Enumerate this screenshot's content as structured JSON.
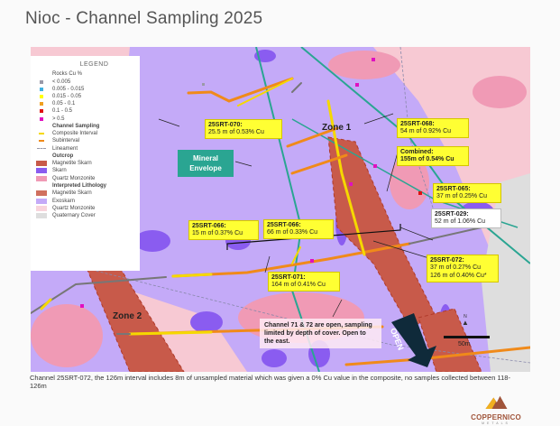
{
  "title": "Nioc - Channel Sampling 2025",
  "legend": {
    "heading": "LEGEND",
    "rocks_heading": "Rocks Cu %",
    "rocks": [
      {
        "label": "< 0.005",
        "color": "#9a9aa8"
      },
      {
        "label": "0.005 - 0.015",
        "color": "#3fb0e0"
      },
      {
        "label": "0.015 - 0.05",
        "color": "#ffff00"
      },
      {
        "label": "0.05 - 0.1",
        "color": "#f0a020"
      },
      {
        "label": "0.1 - 0.5",
        "color": "#e01010"
      },
      {
        "label": "> 0.5",
        "color": "#e010c0"
      }
    ],
    "channel_heading": "Channel Sampling",
    "channel": [
      {
        "label": "Composite Interval",
        "color": "#f5d800"
      },
      {
        "label": "Subinterval",
        "color": "#f08a1a"
      }
    ],
    "lineament": "Lineament",
    "outcrop_heading": "Outcrop",
    "outcrop": [
      {
        "label": "Magnetite Skarn",
        "color": "#c85a4a"
      },
      {
        "label": "Skarn",
        "color": "#8a5cf0"
      },
      {
        "label": "Quartz Monzonite",
        "color": "#f09ab5"
      }
    ],
    "interp_heading": "Interpreted Lithology",
    "interp": [
      {
        "label": "Magnetite Skarn",
        "color": "#d0705f"
      },
      {
        "label": "Exoskarn",
        "color": "#c4aaf8"
      },
      {
        "label": "Quartz Monzonite",
        "color": "#f8d4dc"
      },
      {
        "label": "Quaternary Cover",
        "color": "#dedede"
      }
    ]
  },
  "labels": {
    "srt070": {
      "id": "25SRT-070:",
      "val": "25.5 m of 0.53% Cu"
    },
    "srt068": {
      "id": "25SRT-068:",
      "val": "54 m of 0.92% Cu"
    },
    "combined": {
      "id": "Combined:",
      "val": "155m of 0.54% Cu"
    },
    "srt065": {
      "id": "25SRT-065:",
      "val": "37 m of 0.25% Cu"
    },
    "srt029": {
      "id": "25SRT-029:",
      "val": "52 m of 1.06% Cu"
    },
    "srt066a": {
      "id": "25SRT-066:",
      "val": "15 m of 0.37% Cu"
    },
    "srt066b": {
      "id": "25SRT-066:",
      "val": "66 m of 0.33% Cu"
    },
    "srt071": {
      "id": "25SRT-071:",
      "val": "164 m of 0.41% Cu"
    },
    "srt072": {
      "id": "25SRT-072:",
      "val": "37 m of 0.27% Cu",
      "val2": "126 m of 0.40% Cu*"
    }
  },
  "mineral_envelope": [
    "Mineral",
    "Envelope"
  ],
  "zone1": "Zone 1",
  "zone2": "Zone 2",
  "open": "OPEN",
  "note": "Channel 71 & 72 are open, sampling limited by depth of cover. Open to the east.",
  "scale": "50m",
  "north": "N",
  "footnote": "Channel 25SRT-072, the 126m interval includes 8m of unsampled material which was given a 0% Cu value in the composite, no samples collected between 118-126m",
  "logo": {
    "name": "COPPERNICO",
    "sub": "METALS"
  }
}
